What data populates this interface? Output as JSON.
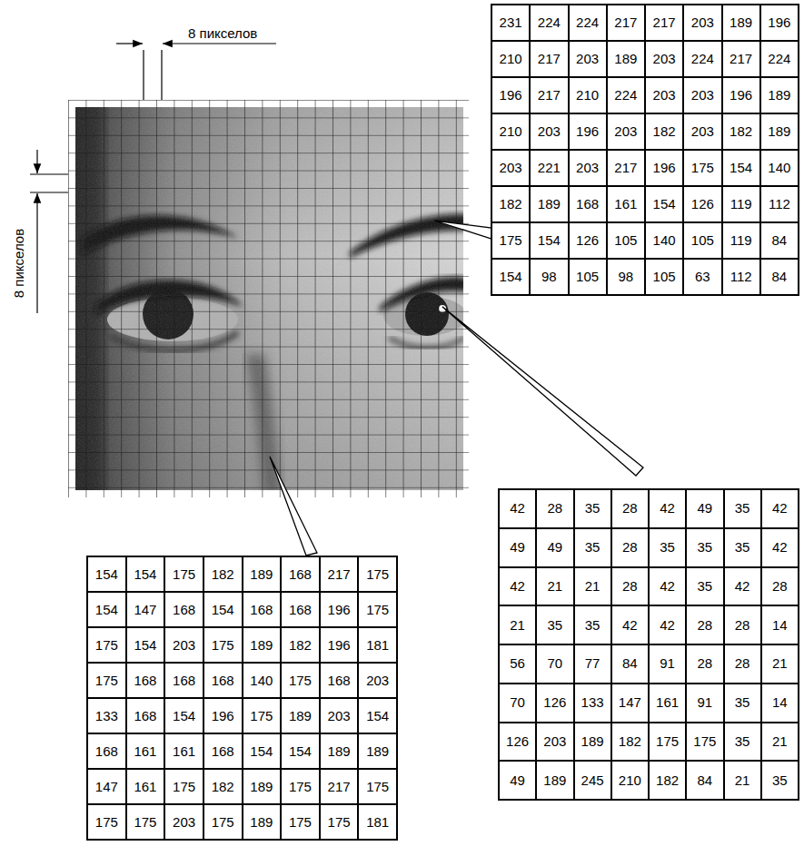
{
  "diagram": {
    "labels": [
      "8 пикселов",
      "8 пикселов",
      "231",
      "224",
      "224",
      "217",
      "217",
      "203",
      "189",
      "196",
      "210",
      "217",
      "203",
      "189",
      "203",
      "224",
      "217",
      "224",
      "196",
      "217",
      "210",
      "224",
      "203",
      "203",
      "196",
      "189",
      "210",
      "203",
      "196",
      "203",
      "182",
      "203",
      "182",
      "189",
      "203",
      "221",
      "203",
      "217",
      "196",
      "175",
      "154",
      "140",
      "182",
      "189",
      "168",
      "161",
      "154",
      "126",
      "119",
      "112",
      "175",
      "154",
      "126",
      "105",
      "140",
      "105",
      "119",
      "84",
      "154",
      "98",
      "105",
      "98",
      "105",
      "63",
      "112",
      "84",
      "42",
      "28",
      "35",
      "28",
      "42",
      "49",
      "35",
      "42",
      "49",
      "49",
      "35",
      "28",
      "35",
      "35",
      "35",
      "42",
      "42",
      "21",
      "21",
      "28",
      "42",
      "35",
      "42",
      "28",
      "21",
      "35",
      "35",
      "42",
      "42",
      "28",
      "28",
      "14",
      "56",
      "70",
      "77",
      "84",
      "91",
      "28",
      "28",
      "21",
      "70",
      "126",
      "133",
      "147",
      "161",
      "91",
      "35",
      "14",
      "126",
      "203",
      "189",
      "182",
      "175",
      "175",
      "35",
      "21",
      "49",
      "189",
      "245",
      "210",
      "182",
      "84",
      "21",
      "35",
      "154",
      "154",
      "175",
      "182",
      "189",
      "168",
      "217",
      "175",
      "154",
      "147",
      "168",
      "154",
      "168",
      "168",
      "196",
      "175",
      "175",
      "154",
      "203",
      "175",
      "189",
      "182",
      "196",
      "181",
      "175",
      "168",
      "168",
      "168",
      "140",
      "175",
      "168",
      "203",
      "133",
      "168",
      "154",
      "196",
      "175",
      "189",
      "203",
      "154",
      "168",
      "161",
      "161",
      "168",
      "154",
      "154",
      "189",
      "189",
      "147",
      "161",
      "175",
      "182",
      "189",
      "175",
      "217",
      "175",
      "175",
      "175",
      "203",
      "175",
      "189",
      "175",
      "175",
      "181"
    ]
  }
}
